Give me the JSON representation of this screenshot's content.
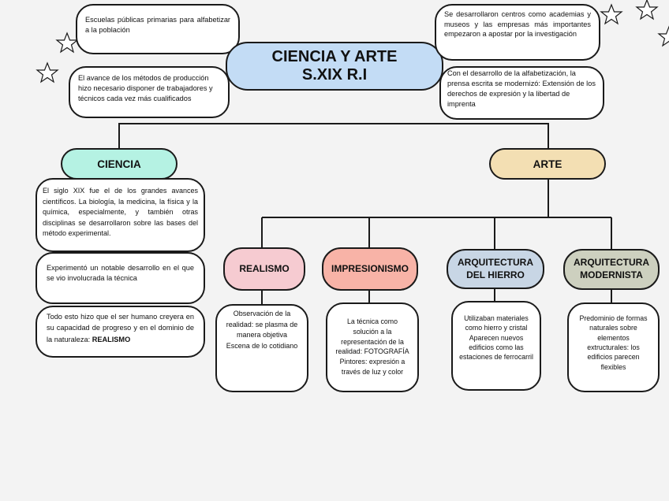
{
  "title": "CIENCIA Y ARTE S.XIX R.I",
  "colors": {
    "title": "#c3dcf5",
    "ciencia": "#b5f2e3",
    "arte": "#f3dfb3",
    "realismo": "#f6cbd1",
    "impresionismo": "#f8b3a7",
    "hierro": "#c8d6e5",
    "modernista": "#cdd0bf"
  },
  "top_left": [
    "Escuelas públicas primarias para alfabetizar a la población",
    "El avance de los métodos de producción hizo necesario disponer de trabajadores y técnicos cada vez más cualificados"
  ],
  "top_right": [
    "Se desarrollaron centros como academias y museos y las empresas más importantes empezaron a apostar por la investigación",
    "Con el desarrollo de la alfabetización, la prensa escrita se modernizó: Extensión de los derechos de expresión y la libertad de imprenta"
  ],
  "ciencia": {
    "label": "CIENCIA",
    "notes": [
      "El siglo XIX fue el de los grandes avances científicos. La biología, la medicina, la física y la química, especialmente, y también otras disciplinas se desarrollaron sobre las bases del método experimental.",
      "Experimentó un notable desarrollo en el que se vio involucrada la técnica"
    ],
    "note3_text": "Todo esto hizo que el ser humano creyera en su capacidad de progreso y en el dominio de la naturaleza: ",
    "note3_bold": "REALISMO"
  },
  "arte": {
    "label": "ARTE",
    "movements": [
      {
        "label": "REALISMO",
        "desc": "Observación de la realidad: se plasma de manera objetiva Escena de lo cotidiano"
      },
      {
        "label": "IMPRESIONISMO",
        "desc": "La técnica como solución a la representación de la realidad: FOTOGRAFÍA Pintores: expresión a través de luz y color"
      },
      {
        "label": "ARQUITECTURA DEL HIERRO",
        "desc": "Utilizaban materiales como hierro y cristal Aparecen nuevos edificios como las estaciones de ferrocarril"
      },
      {
        "label": "ARQUITECTURA MODERNISTA",
        "desc": "Predominio de formas naturales sobre elementos extructurales: los edificios parecen flexibles"
      }
    ]
  }
}
